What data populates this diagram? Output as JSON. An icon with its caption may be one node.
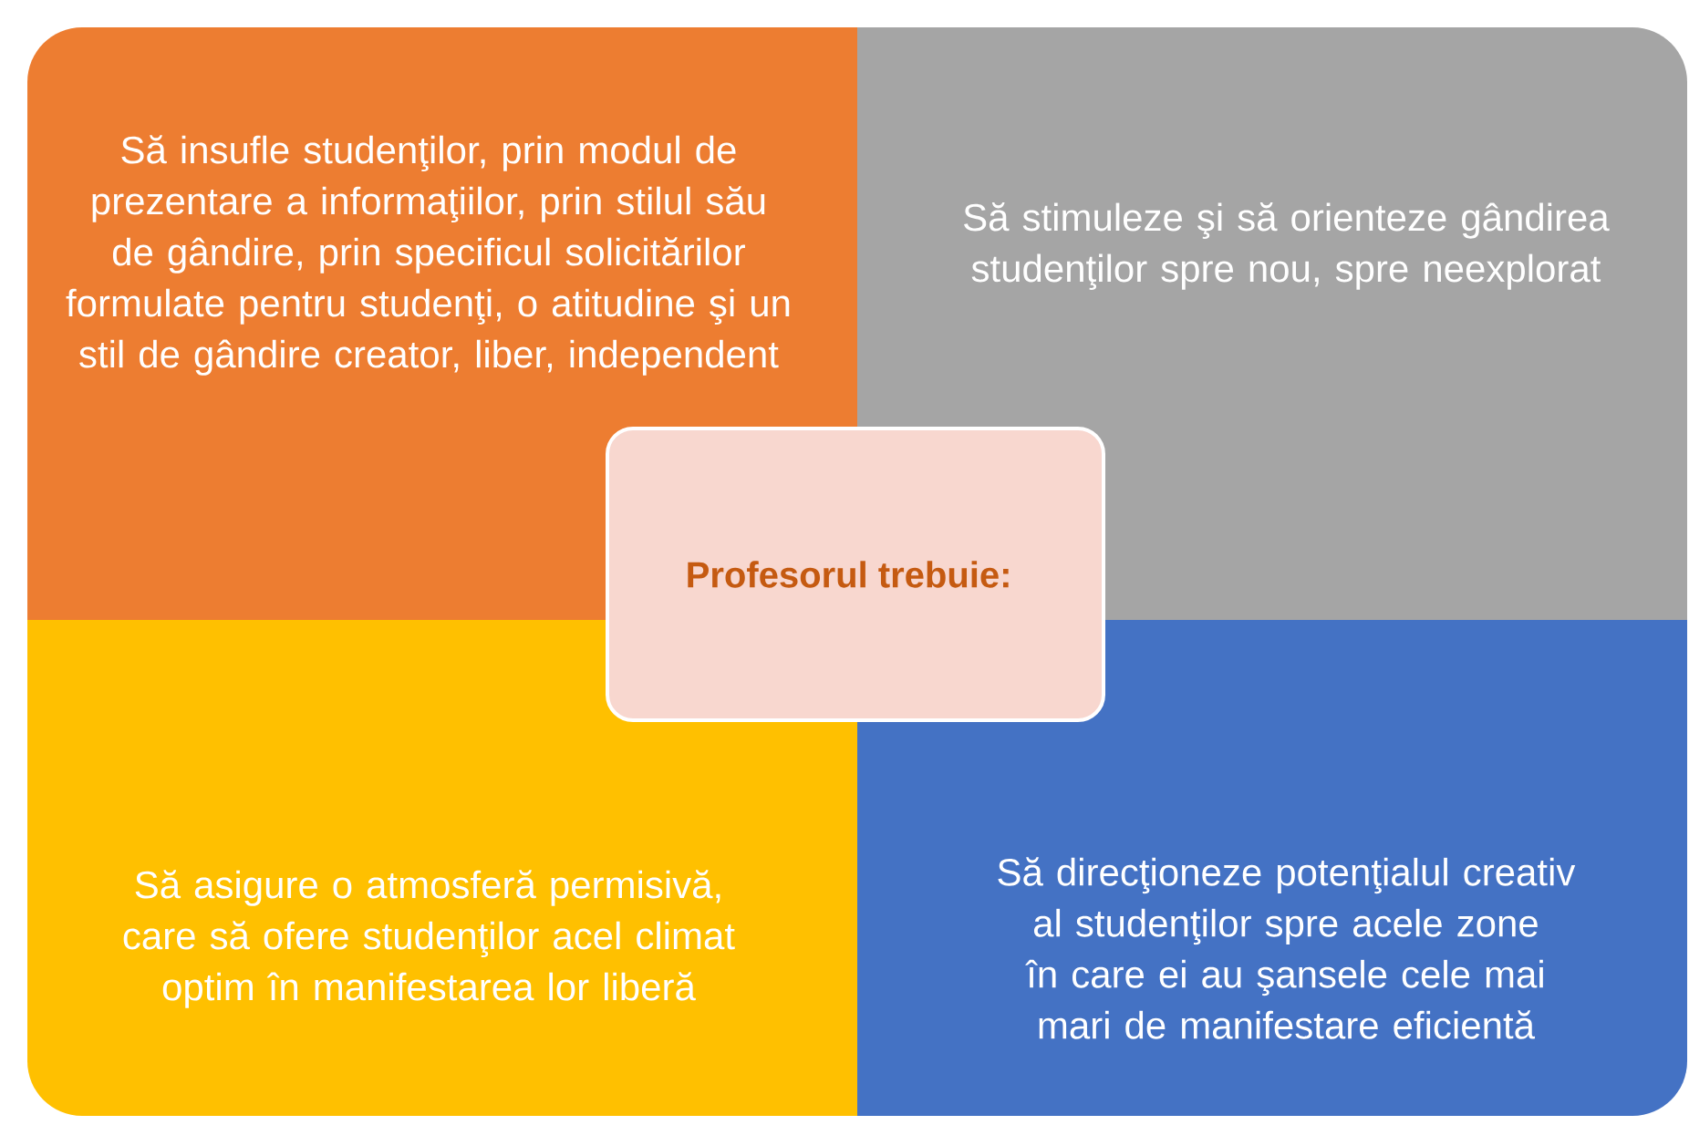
{
  "diagram": {
    "nodes": [
      {
        "text": [
          "Să insufle studenţilor, prin modul de prezentare a informaţiilor, prin stilul său de gândire, prin specificul solicitărilor formulate pentru studenţi, o atitudine şi un stil de gândire creator, liber, independent"
        ]
      },
      {
        "text": [
          "Să stimuleze şi să orienteze gândirea studenţilor spre nou, spre neexplorat"
        ]
      },
      {
        "text": [
          "Profesorul trebuie:"
        ]
      },
      {
        "text": [
          "Să asigure o atmosferă permisivă, care să ofere studenţilor acel climat optim în manifestarea lor liberă"
        ]
      },
      {
        "text": [
          "Să direcţioneze potenţialul creativ al studenţilor spre acele zone în care ei au şansele cele mai mari de manifestare eficientă"
        ]
      }
    ]
  }
}
